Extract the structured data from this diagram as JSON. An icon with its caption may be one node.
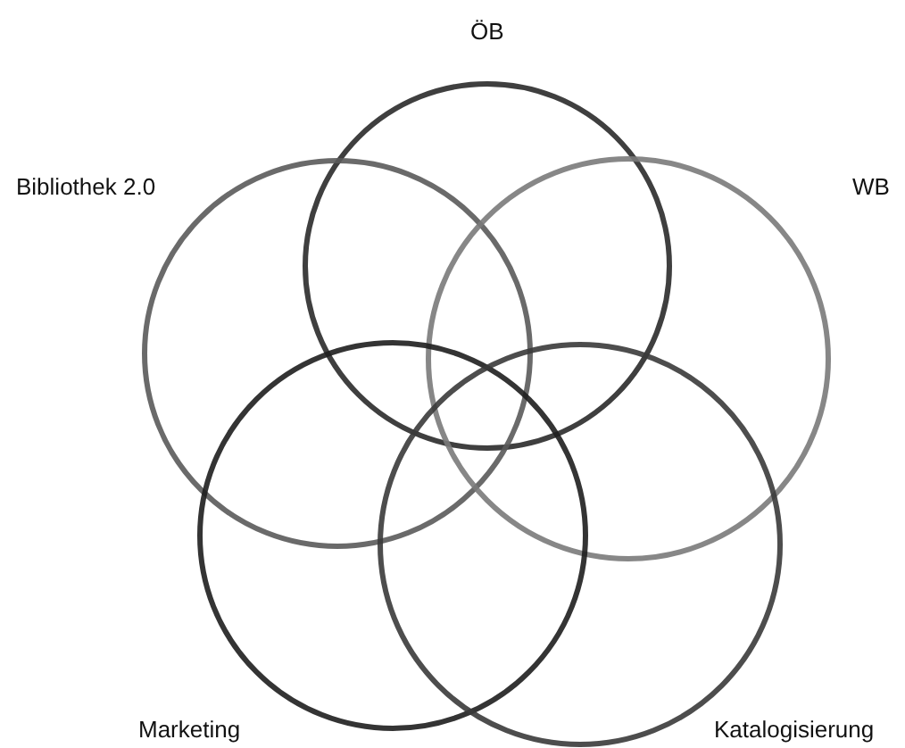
{
  "diagram": {
    "nodes": [
      {
        "text": [
          "ÖB"
        ]
      },
      {
        "text": [
          "Bibliothek 2.0"
        ]
      },
      {
        "text": [
          "WB"
        ]
      },
      {
        "text": [
          "Marketing"
        ]
      },
      {
        "text": [
          "Katalogisierung"
        ]
      }
    ]
  }
}
